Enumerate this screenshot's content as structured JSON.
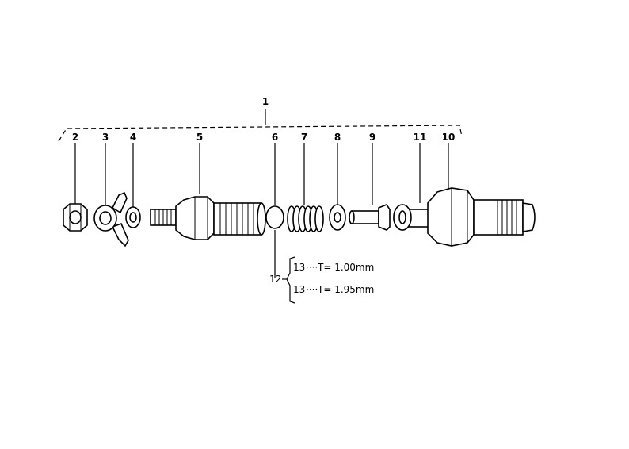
{
  "diagram": {
    "assembly_label": "1",
    "parts": [
      {
        "id": "nut",
        "label": "2"
      },
      {
        "id": "banjo-fitting",
        "label": "3"
      },
      {
        "id": "washer",
        "label": "4"
      },
      {
        "id": "holder-body",
        "label": "5"
      },
      {
        "id": "shim",
        "label": "6"
      },
      {
        "id": "spring",
        "label": "7"
      },
      {
        "id": "spring-seat",
        "label": "8"
      },
      {
        "id": "pressure-pin",
        "label": "9"
      },
      {
        "id": "nozzle-body",
        "label": "10"
      },
      {
        "id": "needle",
        "label": "11"
      }
    ],
    "shim_variants": {
      "label": "12",
      "items": [
        {
          "part": "13",
          "spec": "T= 1.00mm"
        },
        {
          "part": "13",
          "spec": "T= 1.95mm"
        }
      ]
    }
  }
}
